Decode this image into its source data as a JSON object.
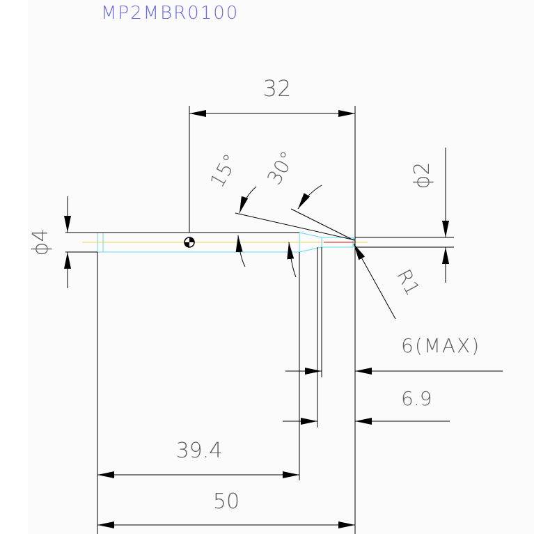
{
  "title": "MP2MBR0100",
  "colors": {
    "dimension_text": "#606060",
    "title_text": "#6a6ae8",
    "tool_outline": "#62d8ee",
    "centerline": "#e8d84a",
    "tip_line": "#e04040",
    "dimension_line": "#000000"
  },
  "dimensions": {
    "flute_length": "32",
    "shank_diameter": "ϕ4",
    "tip_diameter": "ϕ2",
    "angle_small": "15°",
    "angle_large": "30°",
    "tip_radius": "R1",
    "effective_length": "6(MAX)",
    "neck_length": "6.9",
    "body_length": "39.4",
    "overall_length": "50"
  }
}
